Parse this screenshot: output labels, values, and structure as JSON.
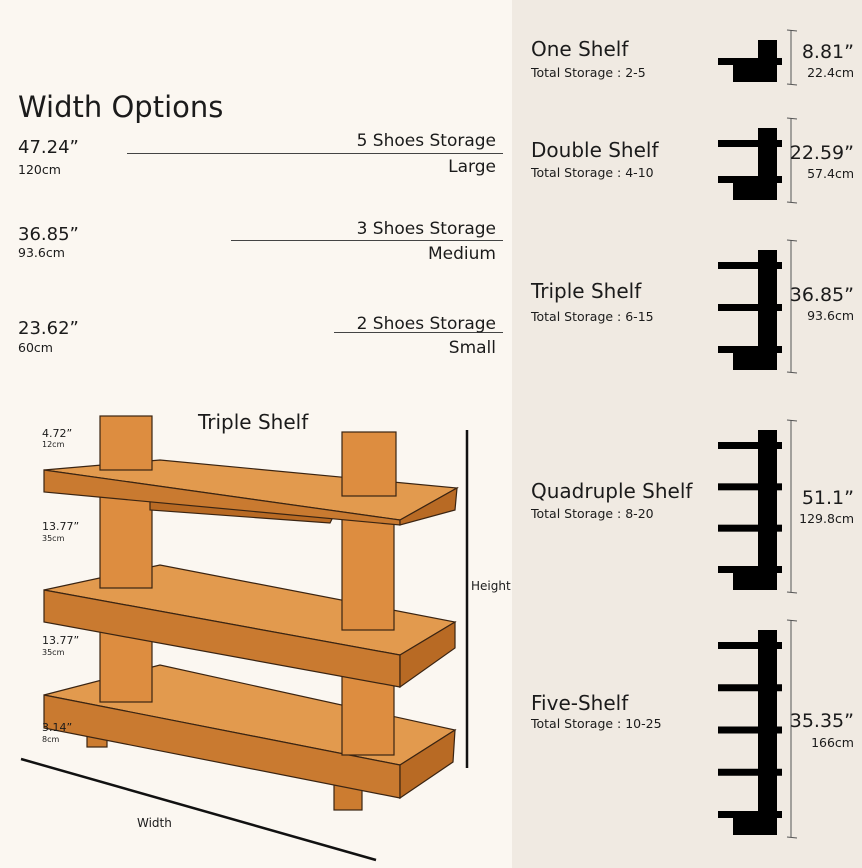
{
  "width_options": {
    "title": "Width Options",
    "items": [
      {
        "inches": "47.24”",
        "cm": "120cm",
        "storage": "5 Shoes Storage",
        "size": "Large"
      },
      {
        "inches": "36.85”",
        "cm": "93.6cm",
        "storage": "3 Shoes Storage",
        "size": "Medium"
      },
      {
        "inches": "23.62”",
        "cm": "60cm",
        "storage": "2 Shoes Storage",
        "size": "Small"
      }
    ]
  },
  "illustration": {
    "title": "Triple Shelf",
    "height_label": "Height",
    "width_label": "Width",
    "dimensions": [
      {
        "inches": "4.72”",
        "cm": "12cm"
      },
      {
        "inches": "13.77”",
        "cm": "35cm"
      },
      {
        "inches": "13.77”",
        "cm": "35cm"
      },
      {
        "inches": "3.14”",
        "cm": "8cm"
      }
    ],
    "wood_color": "#d98a3a"
  },
  "shelf_types": [
    {
      "name": "One Shelf",
      "storage": "Total Storage : 2-5",
      "inches": "8.81”",
      "cm": "22.4cm",
      "shelves": 1
    },
    {
      "name": "Double Shelf",
      "storage": "Total Storage : 4-10",
      "inches": "22.59”",
      "cm": "57.4cm",
      "shelves": 2
    },
    {
      "name": "Triple Shelf",
      "storage": "Total Storage : 6-15",
      "inches": "36.85”",
      "cm": "93.6cm",
      "shelves": 3
    },
    {
      "name": "Quadruple Shelf",
      "storage": "Total Storage : 8-20",
      "inches": "51.1”",
      "cm": "129.8cm",
      "shelves": 4
    },
    {
      "name": "Five-Shelf",
      "storage": "Total Storage : 10-25",
      "inches": "35.35”",
      "cm": "166cm",
      "shelves": 5
    }
  ]
}
